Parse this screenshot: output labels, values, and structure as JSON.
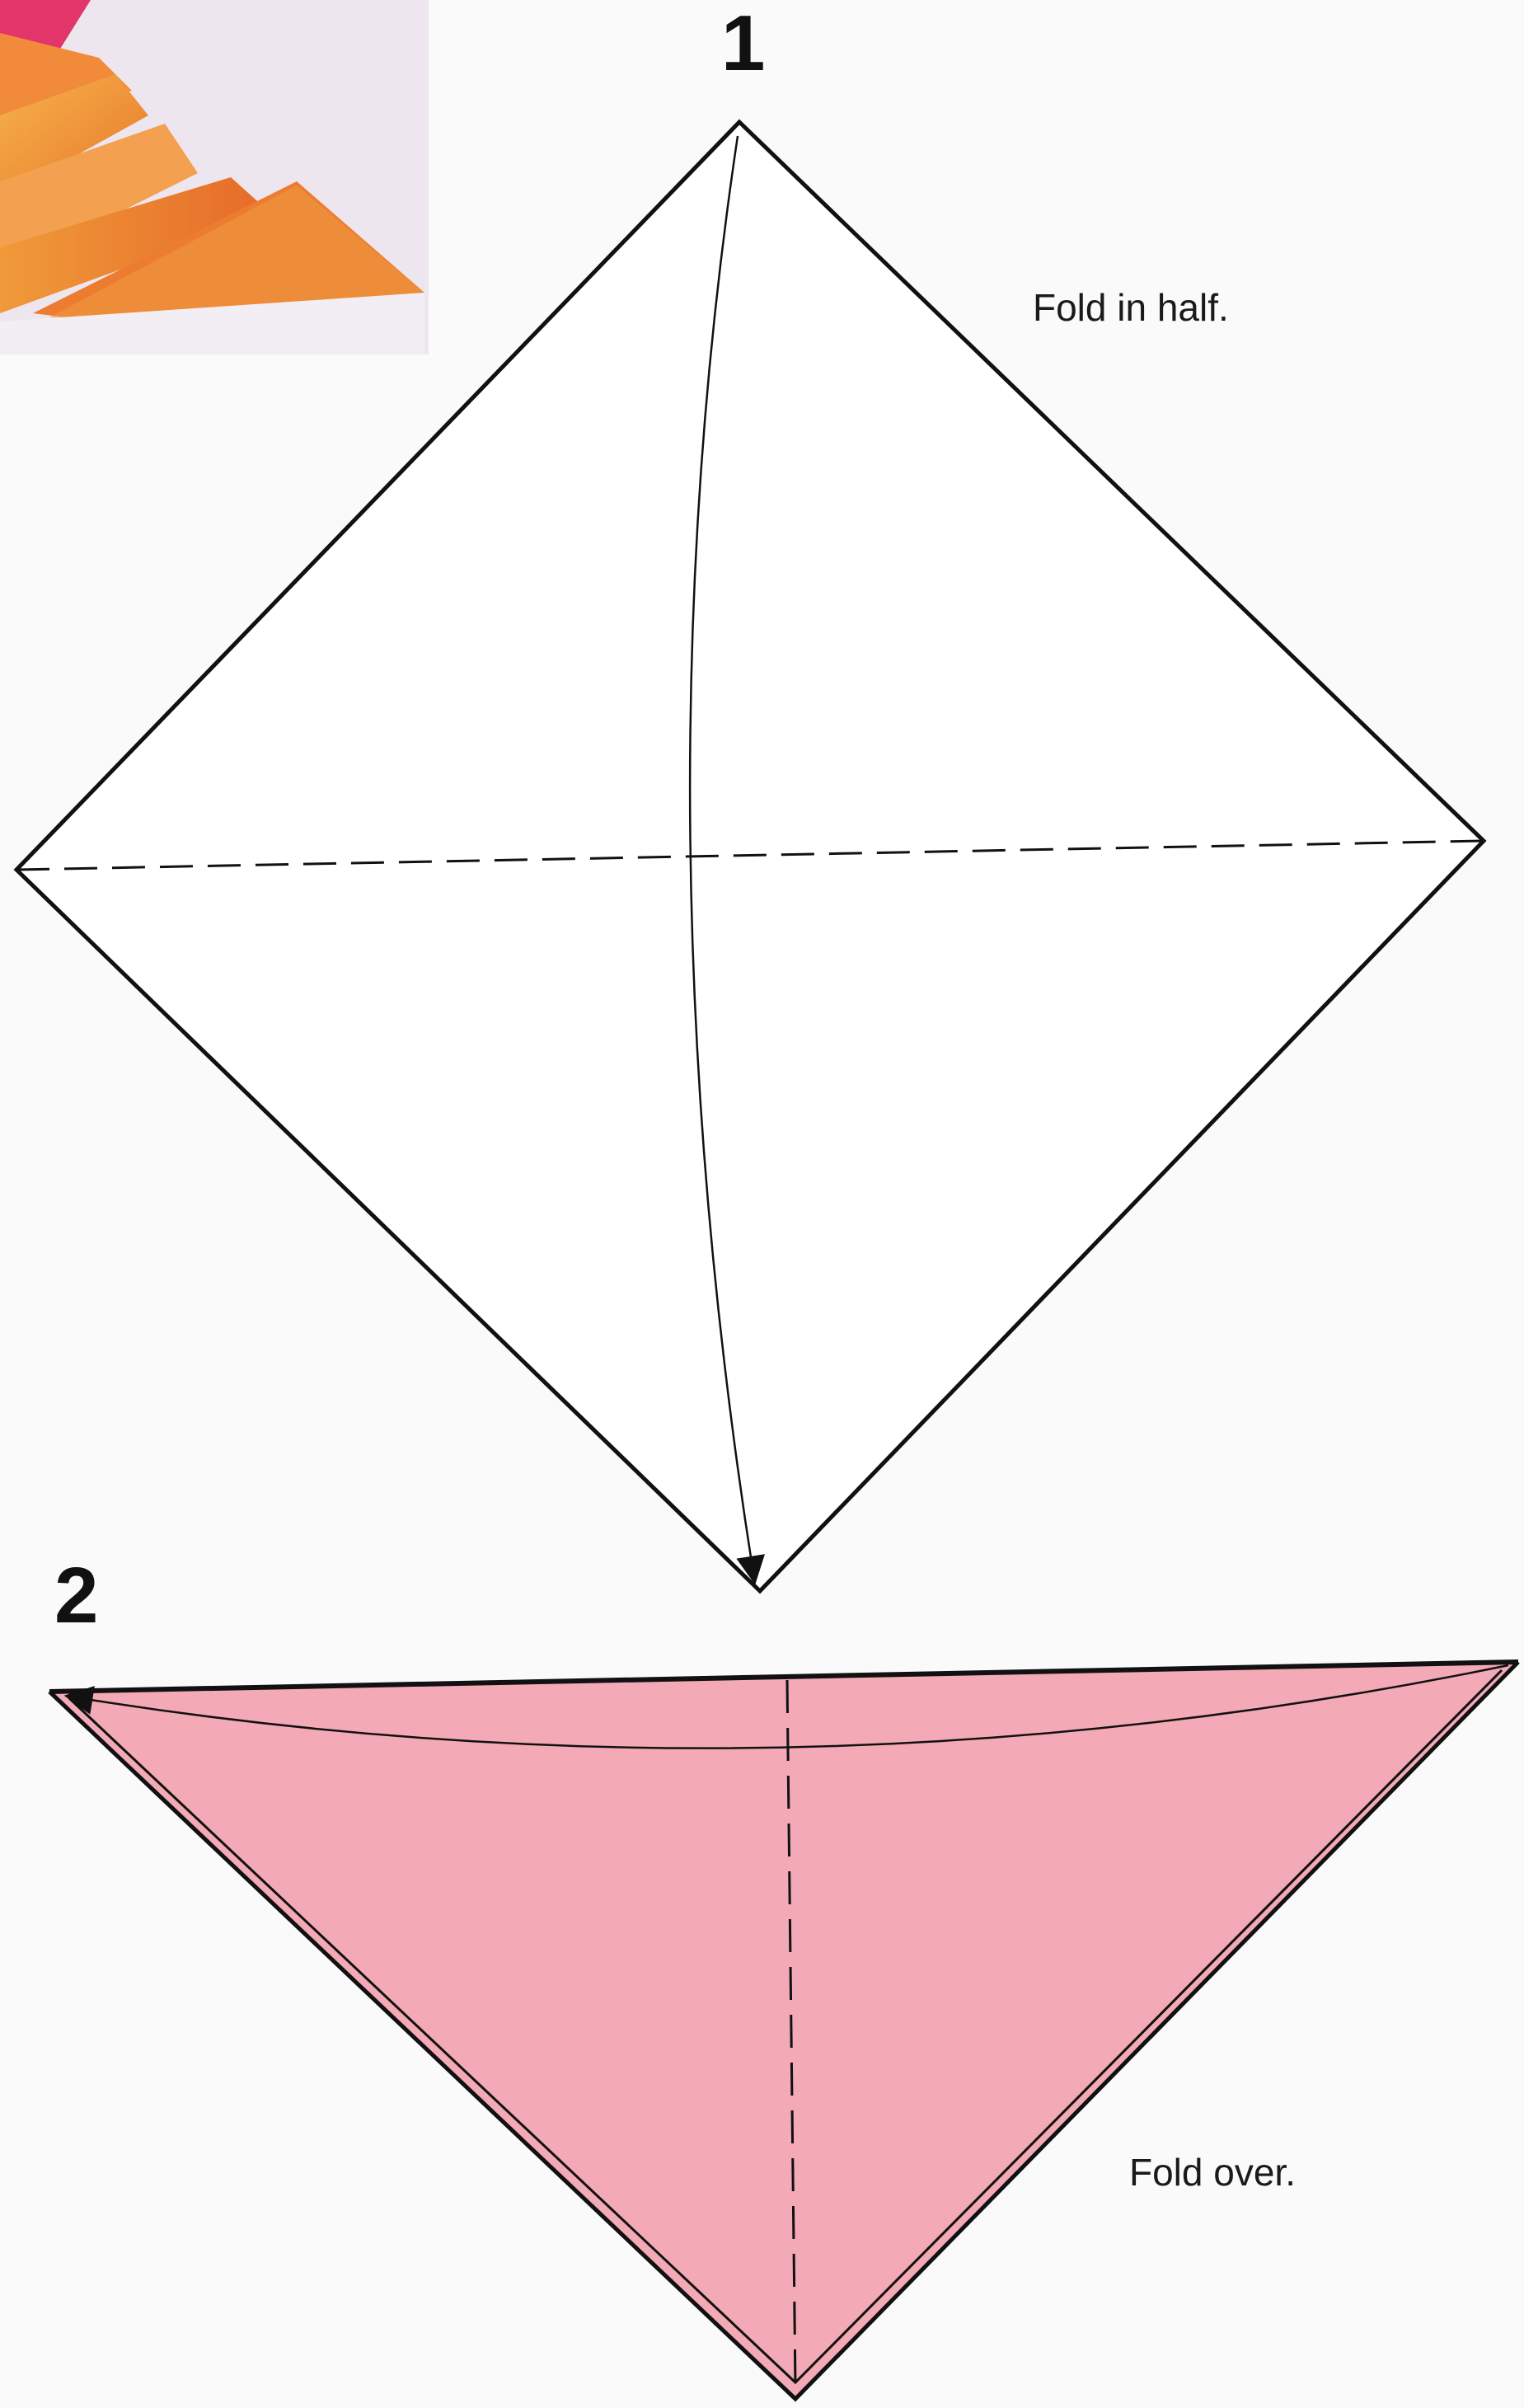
{
  "steps": [
    {
      "number": "1",
      "instruction": "Fold in half.",
      "paper_color": "#ffffff"
    },
    {
      "number": "2",
      "instruction": "Fold over.",
      "paper_color": "#f3a9b6"
    }
  ],
  "preview_photo": {
    "description_icon": "folded-fan-photo",
    "colors": [
      "#e23a6a",
      "#f08a2c",
      "#f4b04a"
    ]
  },
  "line_color": "#111111"
}
